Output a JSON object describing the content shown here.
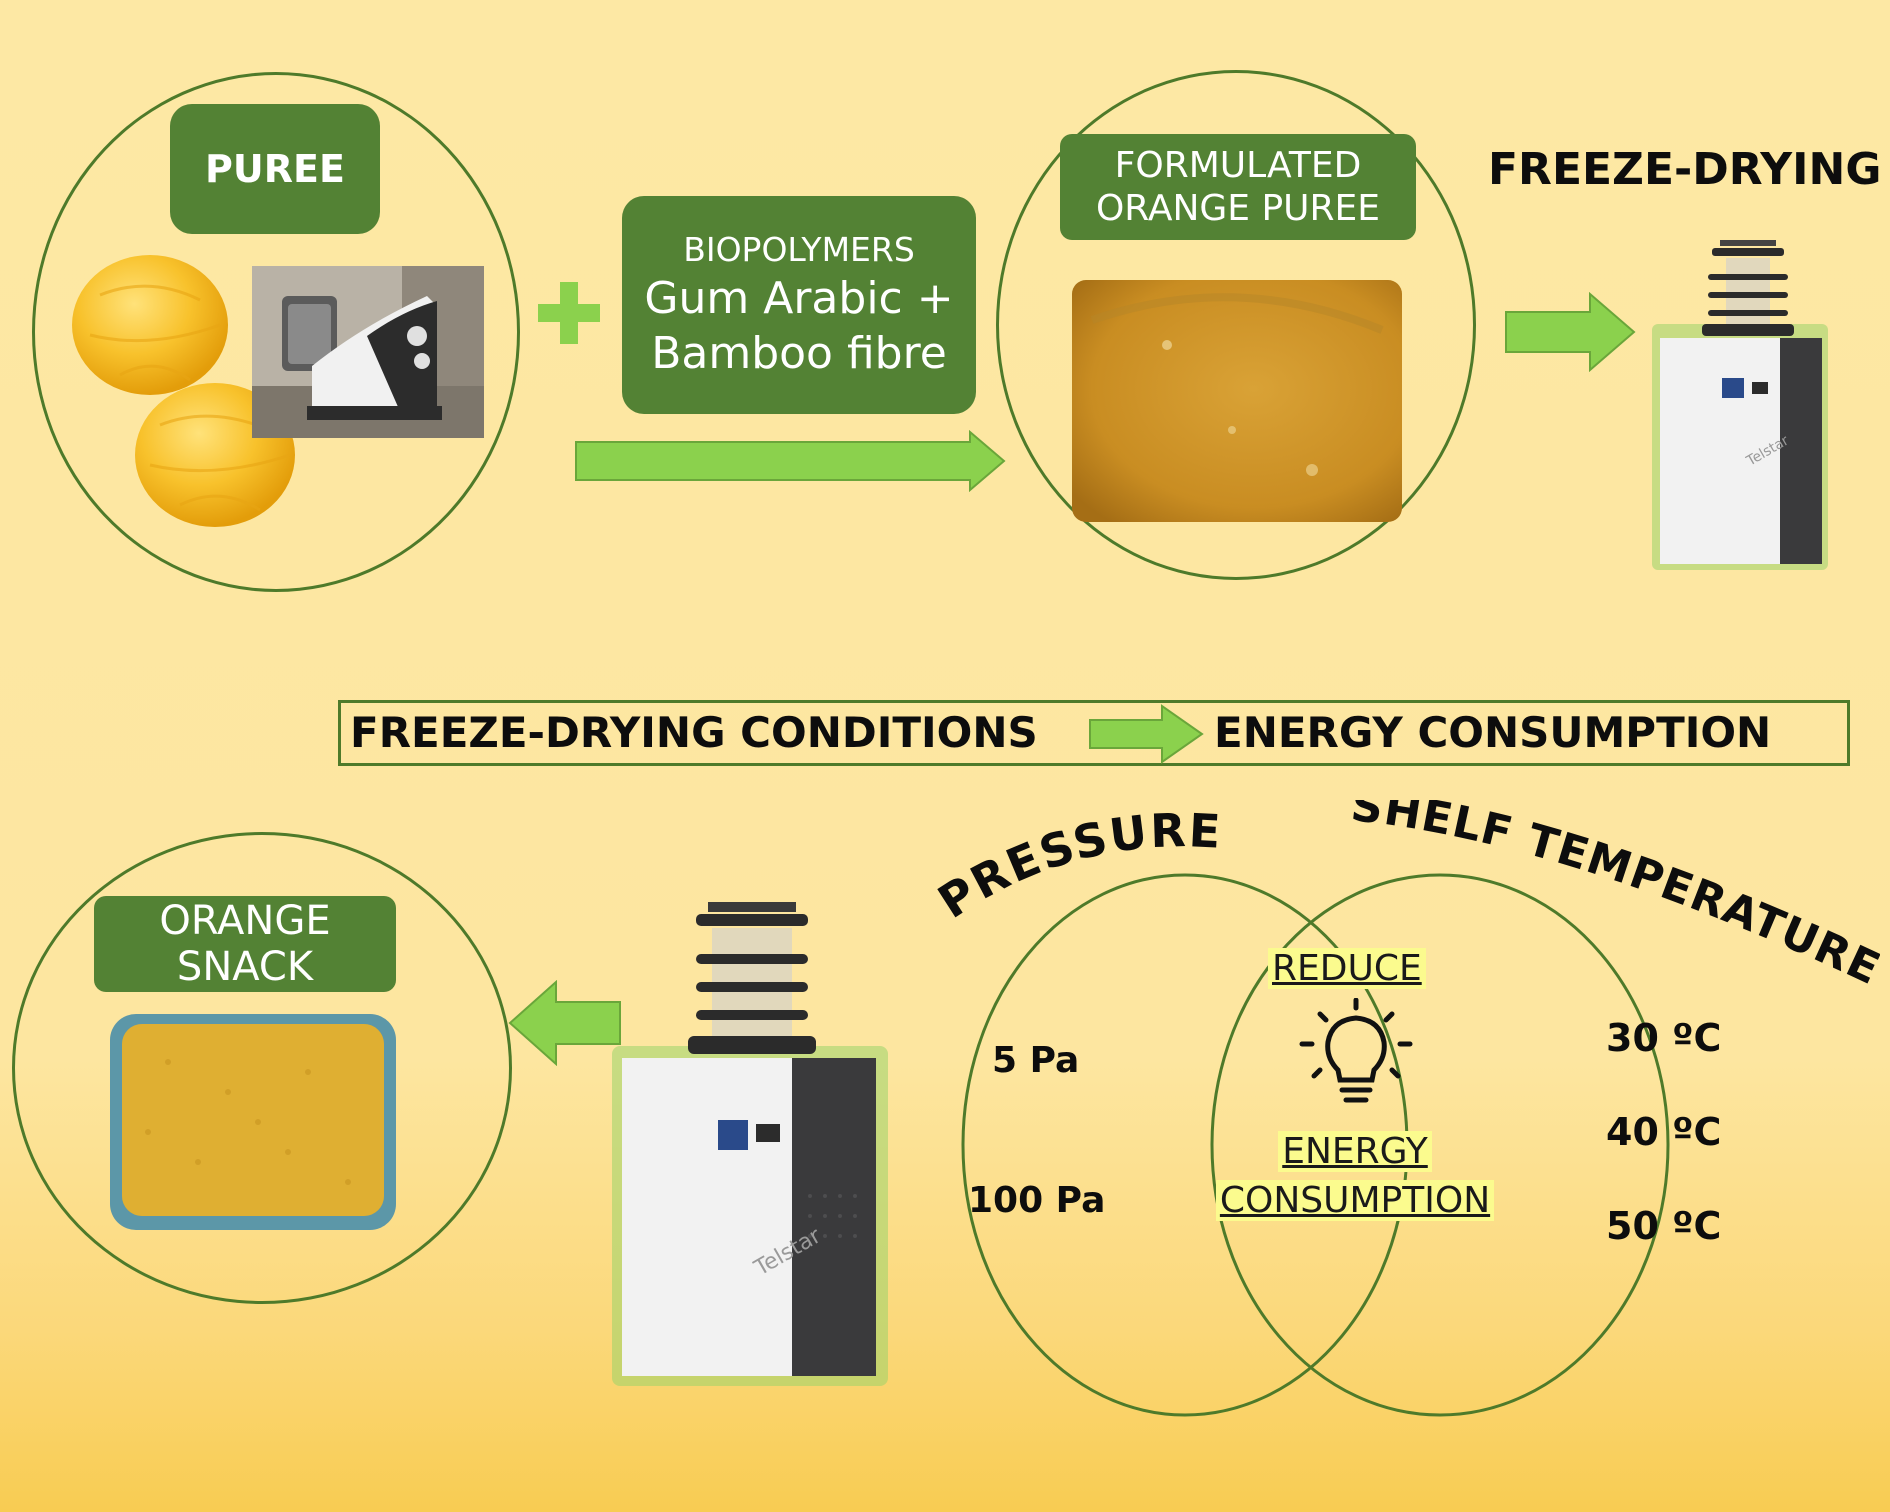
{
  "puree": {
    "label": "PUREE"
  },
  "biopolymers": {
    "title": "BIOPOLYMERS",
    "line1": "Gum Arabic +",
    "line2": "Bamboo fibre"
  },
  "formulated": {
    "line1": "FORMULATED",
    "line2": "ORANGE PUREE"
  },
  "freeze_drying": {
    "title": "FREEZE-DRYING"
  },
  "conditions_bar": {
    "left": "FREEZE-DRYING CONDITIONS",
    "right": "ENERGY CONSUMPTION"
  },
  "snack": {
    "line1": "ORANGE",
    "line2": "SNACK"
  },
  "venn": {
    "left_title": "PRESSURE",
    "right_title": "SHELF TEMPERATURE",
    "pressures": [
      "5 Pa",
      "100 Pa"
    ],
    "temperatures": [
      "30 ºC",
      "40 ºC",
      "50 ºC"
    ],
    "center_top": "REDUCE",
    "center_bottom_1": "ENERGY",
    "center_bottom_2": "CONSUMPTION"
  },
  "brand": {
    "machine_logo": "Telstar"
  },
  "colors": {
    "green_box": "#538234",
    "circle_stroke": "#4e7a2a",
    "arrow_green": "#8bd14d",
    "highlight": "#fbfb8e"
  }
}
